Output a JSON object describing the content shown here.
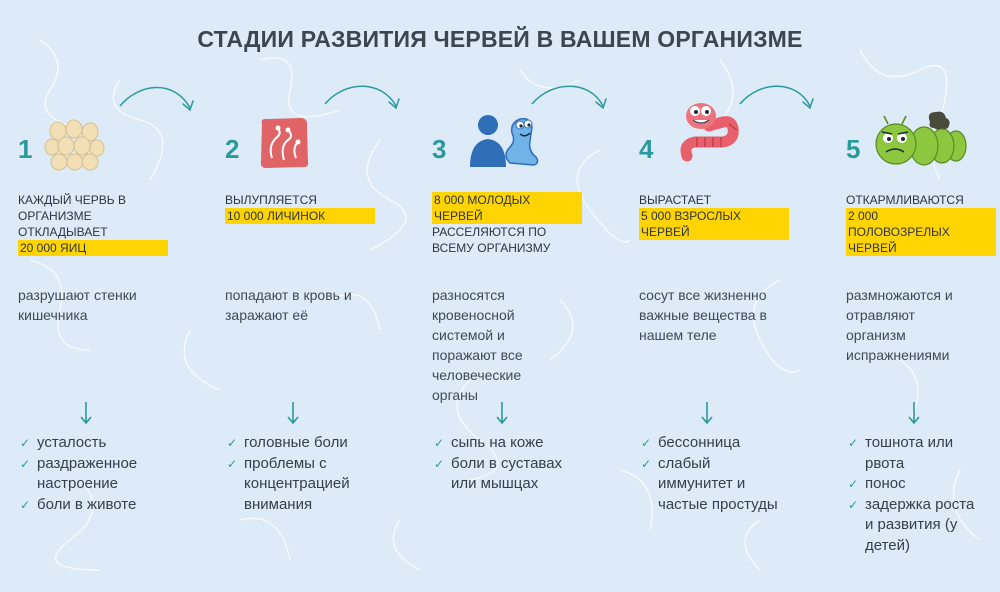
{
  "title": "СТАДИИ РАЗВИТИЯ ЧЕРВЕЙ В ВАШЕМ ОРГАНИЗМЕ",
  "colors": {
    "accent": "#2a9a9c",
    "highlight": "#ffd400",
    "background": "#dcebf7",
    "text": "#2d3a44"
  },
  "stages": [
    {
      "number": "1",
      "icon": "eggs-icon",
      "caption": [
        {
          "text": "Каждый червь в",
          "highlight": false
        },
        {
          "text": "организме",
          "highlight": false
        },
        {
          "text": "откладывает",
          "highlight": false
        },
        {
          "text": "20 000 яиц",
          "highlight": true
        }
      ],
      "effect": "разрушают стенки кишечника",
      "symptoms": [
        "усталость",
        "раздраженное настроение",
        "боли в животе"
      ]
    },
    {
      "number": "2",
      "icon": "larvae-icon",
      "caption": [
        {
          "text": "Вылупляется",
          "highlight": false
        },
        {
          "text": "10 000 личинок",
          "highlight": true
        }
      ],
      "effect": "попадают в кровь и заражают её",
      "symptoms": [
        "головные боли",
        "проблемы с концентрацией внимания"
      ]
    },
    {
      "number": "3",
      "icon": "worm-with-person-icon",
      "caption": [
        {
          "text": "8 000 молодых",
          "highlight": true
        },
        {
          "text": "червей",
          "highlight": true
        },
        {
          "text": "расселяются по",
          "highlight": false
        },
        {
          "text": "всему организму",
          "highlight": false
        }
      ],
      "effect": "разносятся кровеносной системой и поражают все человеческие органы",
      "symptoms": [
        "сыпь на коже",
        "боли в суставах или мышцах"
      ]
    },
    {
      "number": "4",
      "icon": "adult-worm-icon",
      "caption": [
        {
          "text": "Вырастает",
          "highlight": false
        },
        {
          "text": "5 000 взрослых",
          "highlight": true
        },
        {
          "text": "червей",
          "highlight": true
        }
      ],
      "effect": "сосут все жизненно важные вещества в нашем теле",
      "symptoms": [
        "бессонница",
        "слабый иммунитет и частые простуды"
      ]
    },
    {
      "number": "5",
      "icon": "fat-caterpillar-icon",
      "caption": [
        {
          "text": "Откармливаются",
          "highlight": false
        },
        {
          "text": "2 000",
          "highlight": true
        },
        {
          "text": "половозрелых",
          "highlight": true
        },
        {
          "text": "червей",
          "highlight": true
        }
      ],
      "effect": "размножаются и отравляют организм испражнениями",
      "symptoms": [
        "тошнота или рвота",
        "понос",
        "задержка роста и развития (у детей)"
      ]
    }
  ]
}
